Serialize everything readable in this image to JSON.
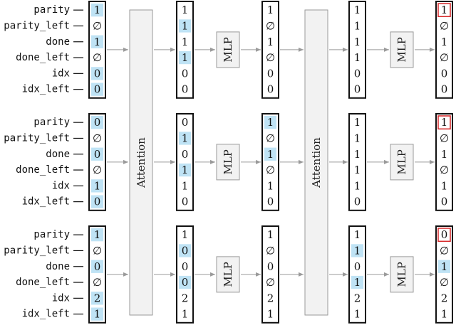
{
  "features": [
    "parity",
    "parity_left",
    "done",
    "done_left",
    "idx",
    "idx_left"
  ],
  "blocks": {
    "attention": "Attention",
    "mlp": "MLP"
  },
  "colors": {
    "highlight": "#bfe3f5",
    "output_box": "#d62728",
    "block_fill": "#f2f2f2",
    "block_stroke": "#9a9a9a",
    "arrow": "#9a9a9a",
    "column_stroke": "#111111"
  },
  "examples": [
    {
      "stages": [
        {
          "values": [
            "1",
            "∅",
            "1",
            "∅",
            "0",
            "0"
          ],
          "highlight": [
            0,
            2,
            4,
            5
          ]
        },
        {
          "values": [
            "1",
            "1",
            "1",
            "1",
            "0",
            "0"
          ],
          "highlight": [
            1,
            3
          ]
        },
        {
          "values": [
            "1",
            "∅",
            "1",
            "∅",
            "0",
            "0"
          ],
          "highlight": []
        },
        {
          "values": [
            "1",
            "1",
            "1",
            "1",
            "0",
            "0"
          ],
          "highlight": []
        },
        {
          "values": [
            "1",
            "∅",
            "1",
            "∅",
            "0",
            "0"
          ],
          "highlight": [],
          "boxed": [
            0
          ]
        }
      ]
    },
    {
      "stages": [
        {
          "values": [
            "0",
            "∅",
            "0",
            "∅",
            "1",
            "0"
          ],
          "highlight": [
            0,
            2,
            4,
            5
          ]
        },
        {
          "values": [
            "0",
            "1",
            "0",
            "1",
            "1",
            "0"
          ],
          "highlight": [
            1,
            3
          ]
        },
        {
          "values": [
            "1",
            "∅",
            "1",
            "∅",
            "1",
            "0"
          ],
          "highlight": [
            0,
            2
          ]
        },
        {
          "values": [
            "1",
            "1",
            "1",
            "1",
            "1",
            "0"
          ],
          "highlight": []
        },
        {
          "values": [
            "1",
            "∅",
            "1",
            "∅",
            "1",
            "0"
          ],
          "highlight": [],
          "boxed": [
            0
          ]
        }
      ]
    },
    {
      "stages": [
        {
          "values": [
            "1",
            "∅",
            "0",
            "∅",
            "2",
            "1"
          ],
          "highlight": [
            0,
            2,
            4,
            5
          ]
        },
        {
          "values": [
            "1",
            "0",
            "0",
            "0",
            "2",
            "1"
          ],
          "highlight": [
            1,
            3
          ]
        },
        {
          "values": [
            "1",
            "∅",
            "0",
            "∅",
            "2",
            "1"
          ],
          "highlight": []
        },
        {
          "values": [
            "1",
            "1",
            "0",
            "1",
            "2",
            "1"
          ],
          "highlight": [
            1,
            3
          ]
        },
        {
          "values": [
            "0",
            "∅",
            "1",
            "∅",
            "2",
            "1"
          ],
          "highlight": [
            2
          ],
          "boxed": [
            0
          ]
        }
      ]
    }
  ]
}
